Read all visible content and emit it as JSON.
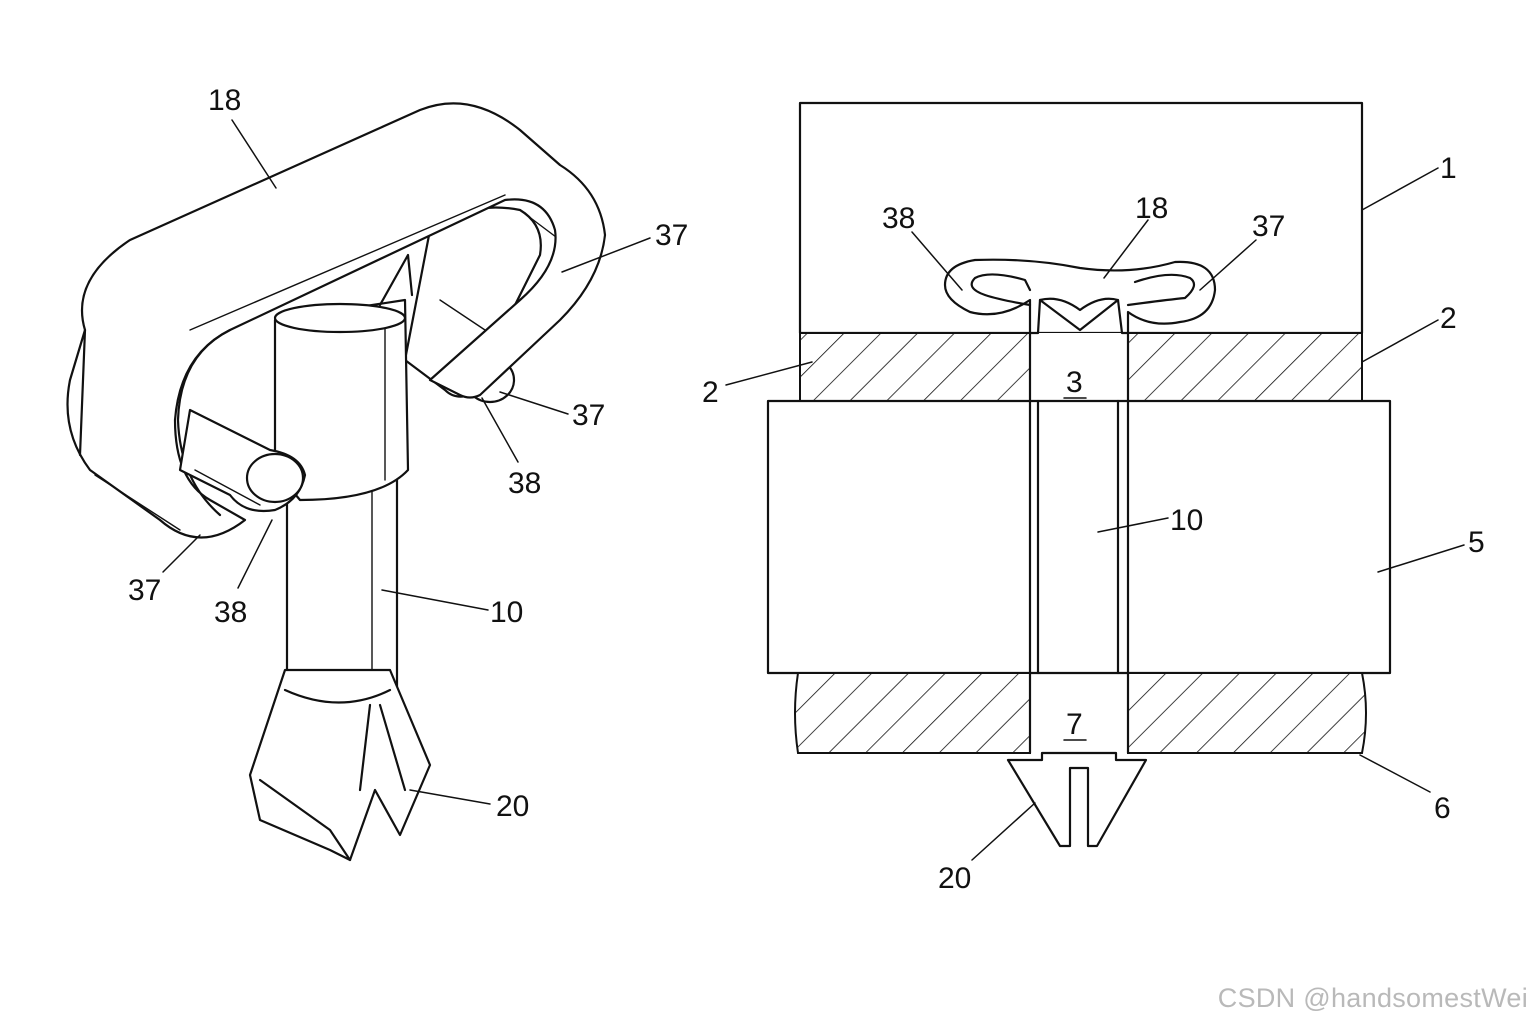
{
  "figure_left": {
    "labels": {
      "clip_head": "18",
      "hook_back": "37",
      "hook_front_right": "37",
      "hook_tip_right": "38",
      "hook_front_left": "37",
      "hook_tip_left": "38",
      "shank": "10",
      "barb": "20"
    }
  },
  "figure_right": {
    "labels": {
      "upper_panel": "1",
      "layer_left": "2",
      "layer_right": "2",
      "hole_upper": "3",
      "clip_head": "18",
      "hook_left_tip": "38",
      "hook_right": "37",
      "shank": "10",
      "middle_block": "5",
      "hole_lower": "7",
      "lower_layer": "6",
      "barb": "20"
    }
  },
  "watermark": "CSDN @handsomestWei"
}
